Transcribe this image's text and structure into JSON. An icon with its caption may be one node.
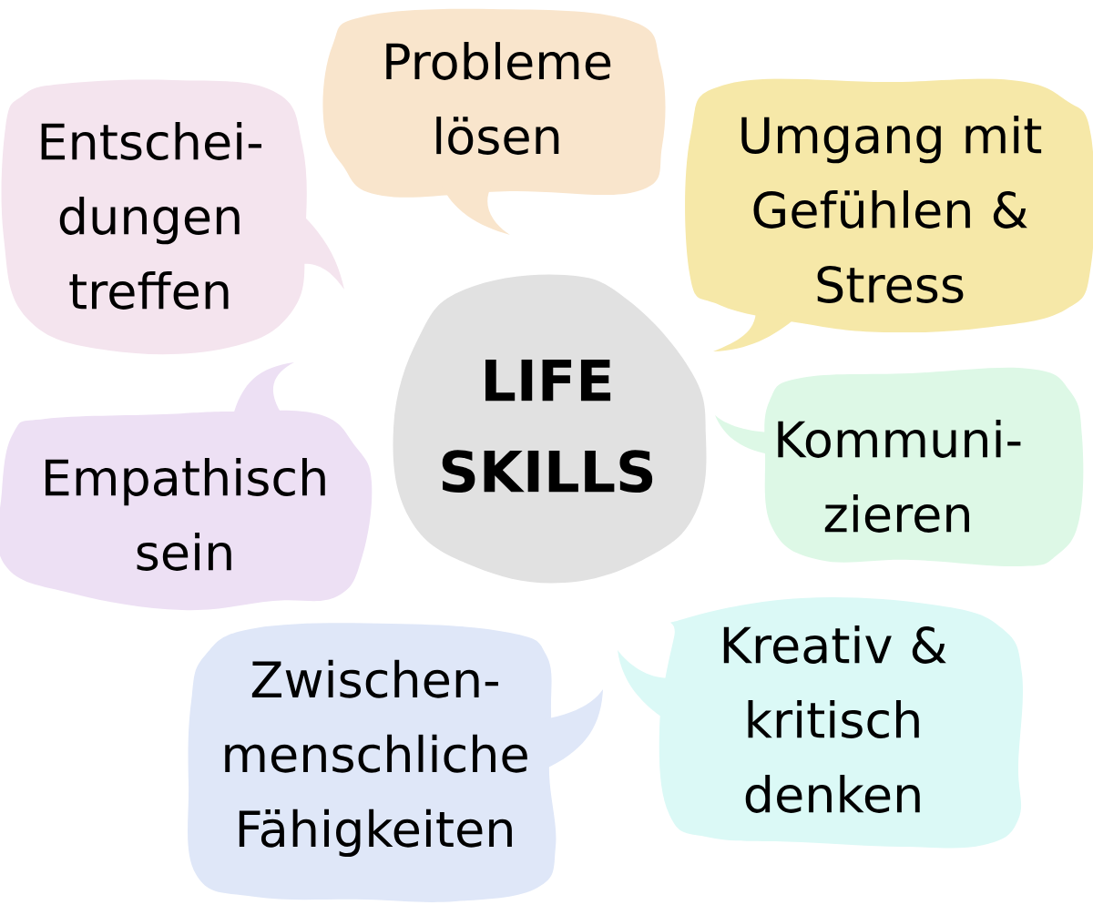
{
  "diagram": {
    "nodes": [
      {
        "text": [
          "Entschei- dungen treffen"
        ]
      },
      {
        "text": [
          "Probleme lösen"
        ]
      },
      {
        "text": [
          "Umgang mit Gefühlen & Stress"
        ]
      },
      {
        "text": [
          "LIFE SKILLS"
        ]
      },
      {
        "text": [
          "Empathisch sein"
        ]
      },
      {
        "text": [
          "Kommuni- zieren"
        ]
      },
      {
        "text": [
          "Zwischen- menschliche Fähigkeiten"
        ]
      },
      {
        "text": [
          "Kreativ & kritisch denken"
        ]
      }
    ]
  }
}
